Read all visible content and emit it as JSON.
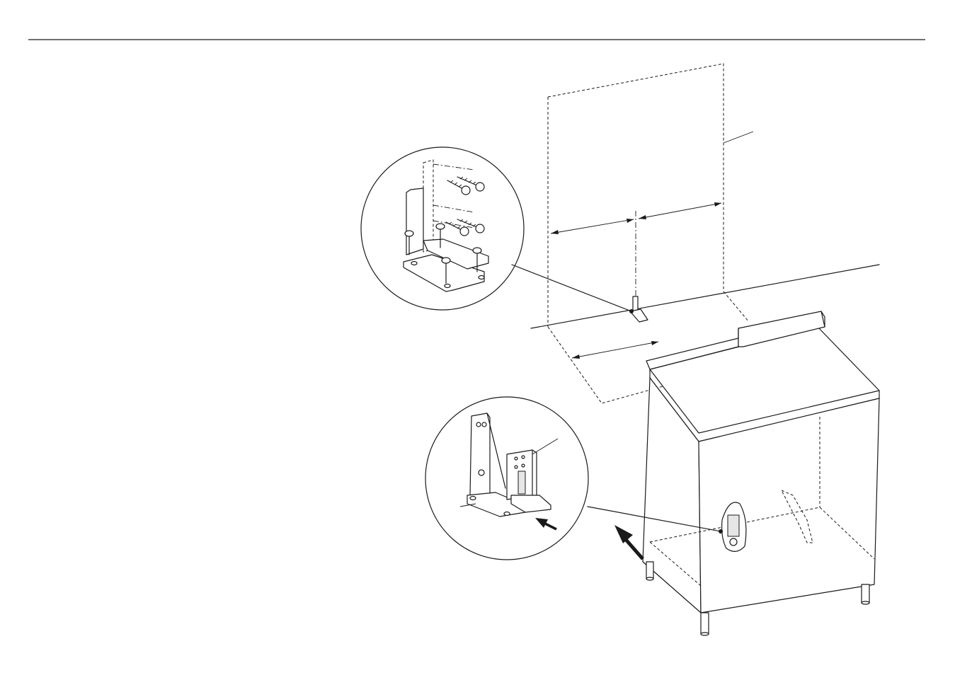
{
  "figure": {
    "components": {
      "wall": "wall-outline",
      "cabinet": "cabinet-unit",
      "wall_bracket_detail": "wall-bracket-detail-inset",
      "floor_bracket_detail": "floor-bracket-detail-inset",
      "push_direction": "arrow-icon"
    },
    "colors": {
      "line": "#1a1a1a",
      "background": "#ffffff",
      "part_fill": "#e6e6e6"
    }
  }
}
